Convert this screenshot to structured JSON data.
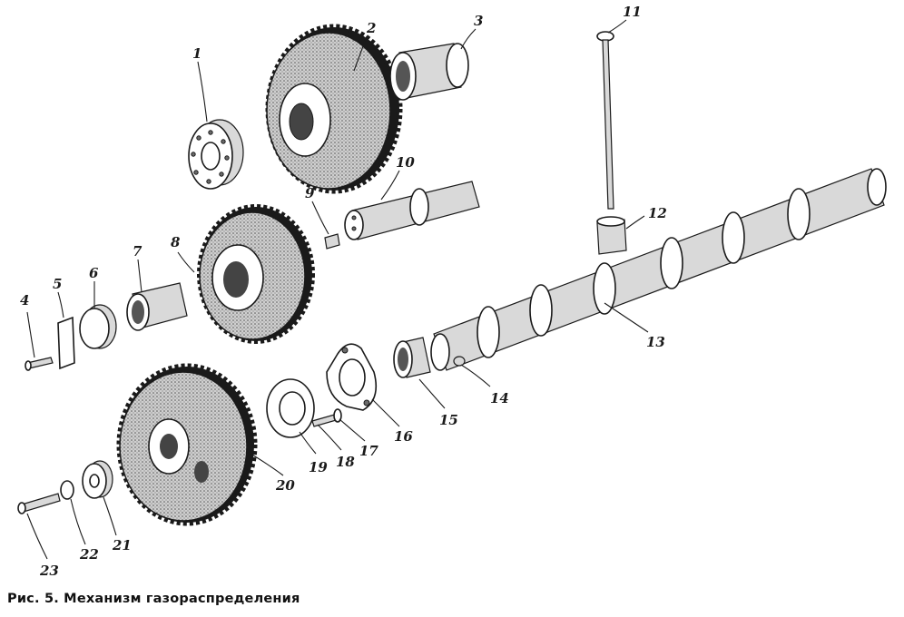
{
  "caption": "Рис. 5. Механизм газораспределения",
  "parts": [
    {
      "number": "1"
    },
    {
      "number": "2"
    },
    {
      "number": "3"
    },
    {
      "number": "4"
    },
    {
      "number": "5"
    },
    {
      "number": "6"
    },
    {
      "number": "7"
    },
    {
      "number": "8"
    },
    {
      "number": "9"
    },
    {
      "number": "10"
    },
    {
      "number": "11"
    },
    {
      "number": "12"
    },
    {
      "number": "13"
    },
    {
      "number": "14"
    },
    {
      "number": "15"
    },
    {
      "number": "16"
    },
    {
      "number": "17"
    },
    {
      "number": "18"
    },
    {
      "number": "19"
    },
    {
      "number": "20"
    },
    {
      "number": "21"
    },
    {
      "number": "22"
    },
    {
      "number": "23"
    }
  ]
}
